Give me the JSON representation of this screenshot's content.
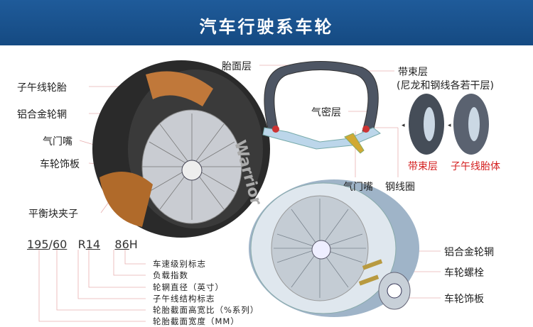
{
  "title": "汽车行驶系车轮",
  "tire_labels": {
    "radial_tire": "子午线轮胎",
    "alloy_rim": "铝合金轮辋",
    "valve": "气门嘴",
    "hubcap": "车轮饰板",
    "balance_clip": "平衡块夹子"
  },
  "section_labels": {
    "tread": "胎面层",
    "belt": "带束层",
    "belt_note": "(尼龙和钢线各若干层)",
    "inner_liner": "气密层",
    "valve": "气门嘴",
    "bead_wire": "钢线圈"
  },
  "layer_labels": {
    "belt": "带束层",
    "carcass": "子午线胎体"
  },
  "wheel_labels": {
    "alloy_rim": "铝合金轮辋",
    "bolt": "车轮螺栓",
    "hubcap": "车轮饰板"
  },
  "tire_code": {
    "width": "195",
    "sep": "/",
    "ratio": "60",
    "r": "R",
    "diameter": "14",
    "load": "86",
    "speed": "H"
  },
  "code_meanings": [
    "车速级别标志",
    "负载指数",
    "轮辋直径（英寸）",
    "子午线结构标志",
    "轮胎截面高宽比（%系列）",
    "轮胎截面宽度（MM）"
  ],
  "sidewall_text": "Warrior",
  "colors": {
    "header": "#1a528e",
    "red_label": "#d42020"
  }
}
